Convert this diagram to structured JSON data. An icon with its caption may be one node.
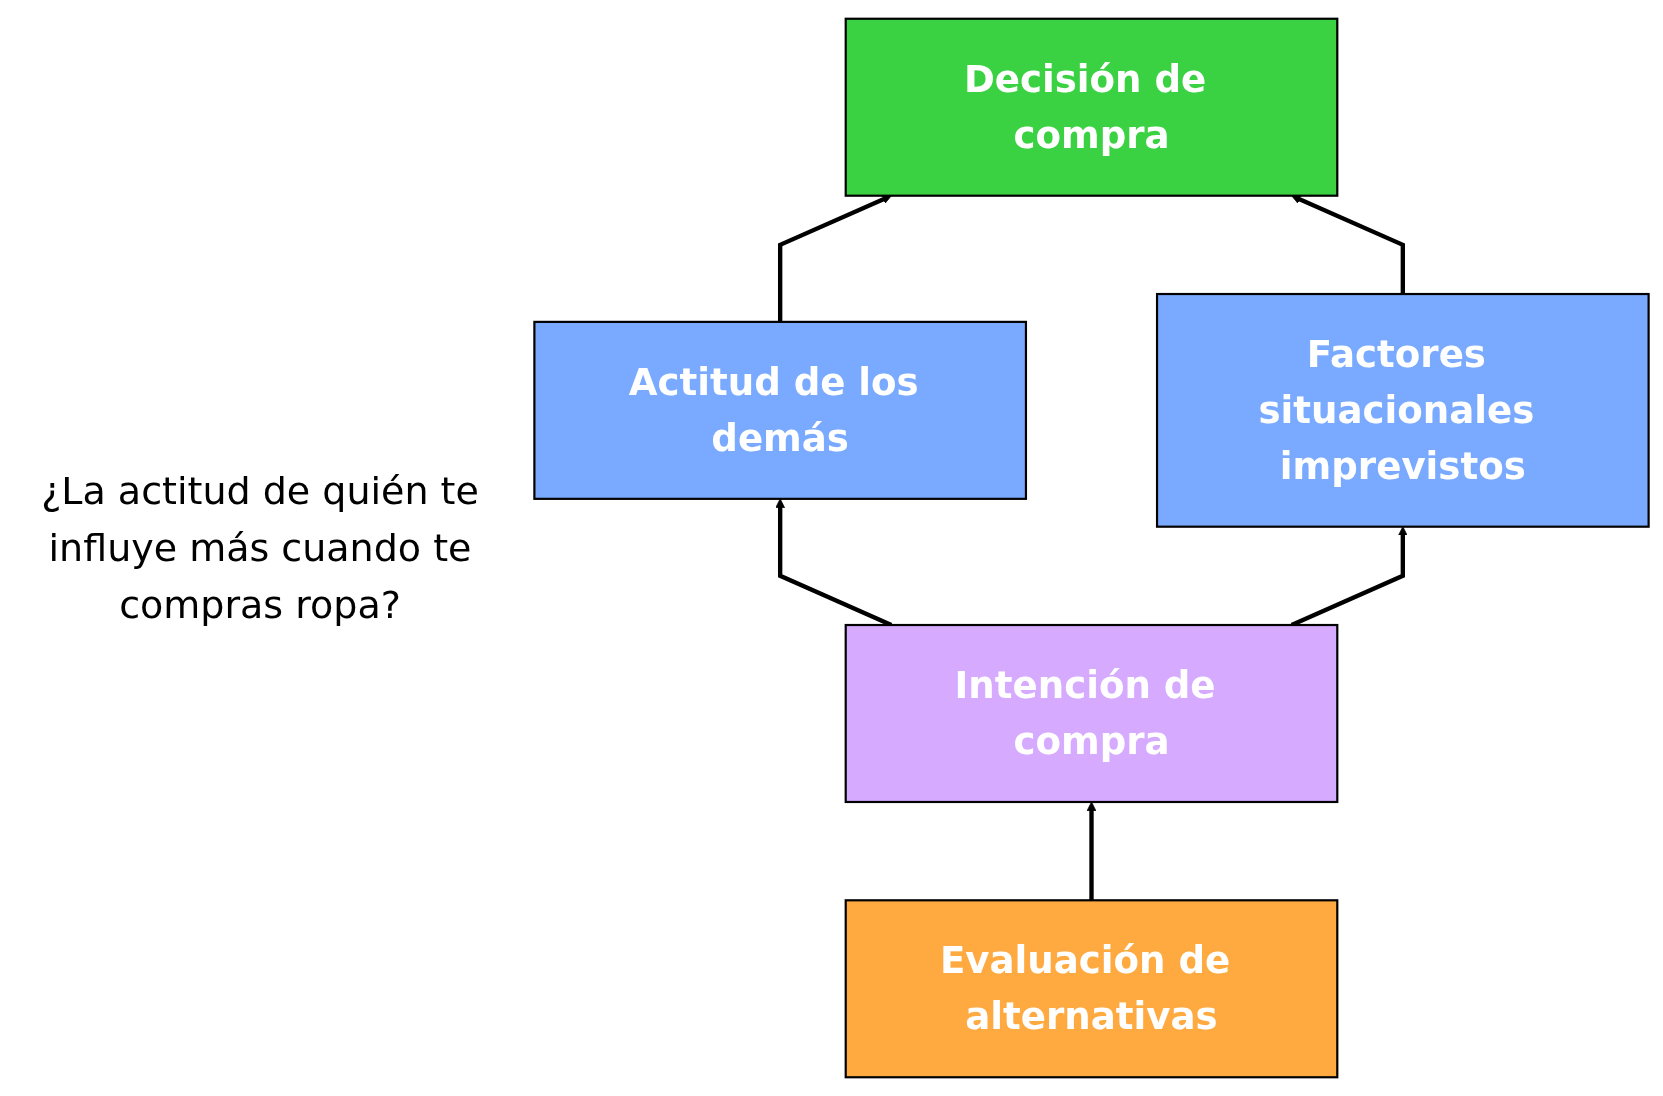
{
  "diagram": {
    "nodes": [
      {
        "text": [
          "Decisión de compra"
        ]
      },
      {
        "text": [
          "Actitud de los demás"
        ]
      },
      {
        "text": [
          "Factores situacionales imprevistos"
        ]
      },
      {
        "text": [
          "Intención de compra"
        ]
      },
      {
        "text": [
          "Evaluación de alternativas"
        ]
      }
    ],
    "edges": [
      {
        "from": 4,
        "to": 3,
        "arrow": "to"
      },
      {
        "from": 3,
        "to": 1,
        "arrow": "to"
      },
      {
        "from": 3,
        "to": 2,
        "arrow": "to"
      },
      {
        "from": 1,
        "to": 0,
        "arrow": "to"
      },
      {
        "from": 2,
        "to": 0,
        "arrow": "to"
      }
    ],
    "labels": [
      "¿La actitud de quién te influye más cuando te compras ropa?"
    ]
  }
}
